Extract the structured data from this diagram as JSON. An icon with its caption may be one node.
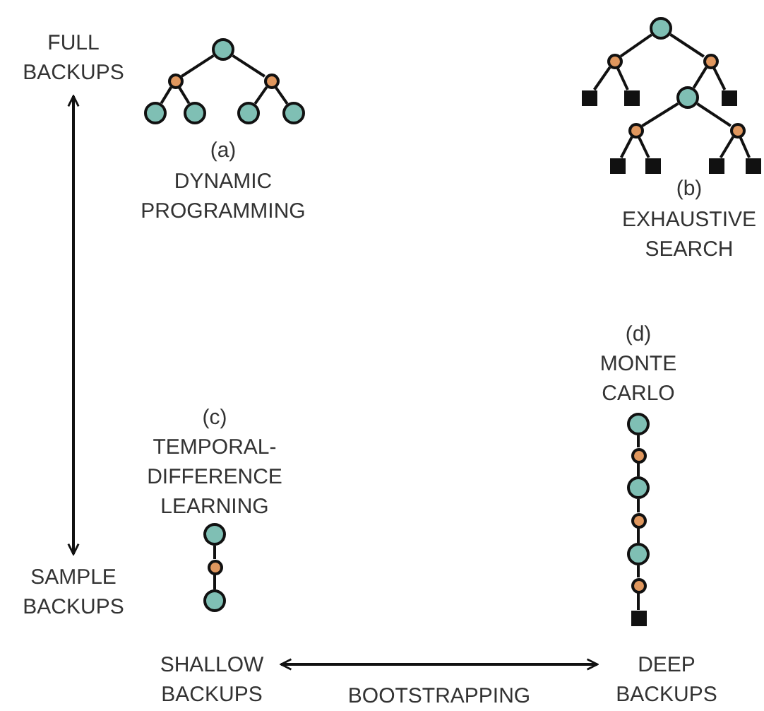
{
  "diagram": {
    "nodes": [
      {
        "text": [
          "FULL BACKUPS"
        ]
      },
      {
        "text": [
          "SAMPLE BACKUPS"
        ]
      },
      {
        "text": [
          "SHALLOW BACKUPS"
        ]
      },
      {
        "text": [
          "DEEP BACKUPS"
        ]
      },
      {
        "text": [],
        "shape": "circle"
      },
      {
        "text": [],
        "shape": "circle"
      },
      {
        "text": [],
        "shape": "circle"
      },
      {
        "text": [],
        "shape": "circle"
      },
      {
        "text": [],
        "shape": "circle"
      },
      {
        "text": [],
        "shape": "circle"
      },
      {
        "text": [],
        "shape": "circle"
      },
      {
        "text": [],
        "shape": "circle"
      },
      {
        "text": [],
        "shape": "circle"
      },
      {
        "text": [],
        "shape": "circle"
      },
      {
        "text": [],
        "shape": "box"
      },
      {
        "text": [],
        "shape": "box"
      },
      {
        "text": [],
        "shape": "circle"
      },
      {
        "text": [],
        "shape": "box"
      },
      {
        "text": [],
        "shape": "circle"
      },
      {
        "text": [],
        "shape": "circle"
      },
      {
        "text": [],
        "shape": "box"
      },
      {
        "text": [],
        "shape": "box"
      },
      {
        "text": [],
        "shape": "box"
      },
      {
        "text": [],
        "shape": "box"
      },
      {
        "text": [],
        "shape": "circle"
      },
      {
        "text": [],
        "shape": "circle"
      },
      {
        "text": [],
        "shape": "circle"
      },
      {
        "text": [],
        "shape": "circle"
      },
      {
        "text": [],
        "shape": "circle"
      },
      {
        "text": [],
        "shape": "circle"
      },
      {
        "text": [],
        "shape": "circle"
      },
      {
        "text": [],
        "shape": "circle"
      },
      {
        "text": [],
        "shape": "circle"
      },
      {
        "text": [],
        "shape": "box"
      }
    ],
    "edges": [
      {
        "from": 0,
        "to": 1,
        "arrow": "both"
      },
      {
        "from": 2,
        "to": 3,
        "arrow": "both",
        "label": "BOOTSTRAPPING"
      },
      {
        "from": 4,
        "to": 5,
        "arrow": "none"
      },
      {
        "from": 4,
        "to": 6,
        "arrow": "none"
      },
      {
        "from": 5,
        "to": 7,
        "arrow": "none"
      },
      {
        "from": 5,
        "to": 8,
        "arrow": "none"
      },
      {
        "from": 6,
        "to": 9,
        "arrow": "none"
      },
      {
        "from": 6,
        "to": 10,
        "arrow": "none"
      },
      {
        "from": 11,
        "to": 12,
        "arrow": "none"
      },
      {
        "from": 11,
        "to": 13,
        "arrow": "none"
      },
      {
        "from": 12,
        "to": 14,
        "arrow": "none"
      },
      {
        "from": 12,
        "to": 15,
        "arrow": "none"
      },
      {
        "from": 13,
        "to": 16,
        "arrow": "none"
      },
      {
        "from": 13,
        "to": 17,
        "arrow": "none"
      },
      {
        "from": 16,
        "to": 18,
        "arrow": "none"
      },
      {
        "from": 16,
        "to": 19,
        "arrow": "none"
      },
      {
        "from": 18,
        "to": 20,
        "arrow": "none"
      },
      {
        "from": 18,
        "to": 21,
        "arrow": "none"
      },
      {
        "from": 19,
        "to": 22,
        "arrow": "none"
      },
      {
        "from": 19,
        "to": 23,
        "arrow": "none"
      },
      {
        "from": 24,
        "to": 25,
        "arrow": "none"
      },
      {
        "from": 25,
        "to": 26,
        "arrow": "none"
      },
      {
        "from": 27,
        "to": 28,
        "arrow": "none"
      },
      {
        "from": 28,
        "to": 29,
        "arrow": "none"
      },
      {
        "from": 29,
        "to": 30,
        "arrow": "none"
      },
      {
        "from": 30,
        "to": 31,
        "arrow": "none"
      },
      {
        "from": 31,
        "to": 32,
        "arrow": "none"
      },
      {
        "from": 32,
        "to": 33,
        "arrow": "none"
      }
    ],
    "labels": [
      "(a)",
      "DYNAMIC PROGRAMMING",
      "(b)",
      "EXHAUSTIVE SEARCH",
      "(d)",
      "MONTE CARLO",
      "(c)",
      "TEMPORAL- DIFFERENCE LEARNING"
    ]
  }
}
